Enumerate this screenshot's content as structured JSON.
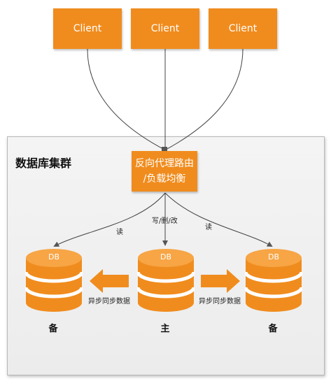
{
  "clients": [
    "Client",
    "Client",
    "Client"
  ],
  "cluster": {
    "title": "数据库集群"
  },
  "proxy": {
    "line1": "反向代理路由",
    "line2": "/负载均衡"
  },
  "edges": {
    "read_left": "读",
    "write": "写/删/改",
    "read_right": "读"
  },
  "databases": {
    "left_label": "DB",
    "center_label": "DB",
    "right_label": "DB"
  },
  "sync": {
    "left": "异步同步数据",
    "right": "异步同步数据"
  },
  "roles": {
    "left": "备",
    "center": "主",
    "right": "备"
  },
  "colors": {
    "accent": "#F08C1E",
    "db_band": "#F7A545",
    "arrow": "#F08C1E"
  }
}
